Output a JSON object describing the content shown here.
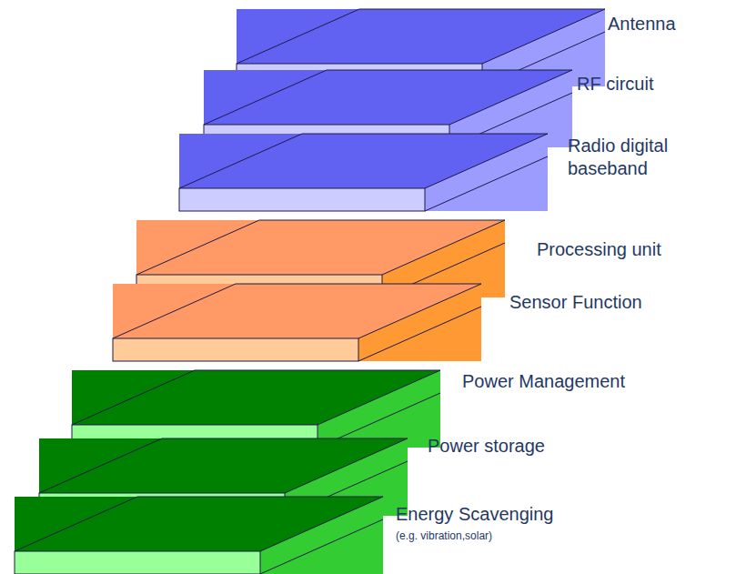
{
  "diagram": {
    "labels": [
      "Antenna",
      "RF circuit",
      "Radio digital baseband",
      "Processing unit",
      "Sensor Function",
      "Power Management",
      "Power storage",
      "Energy Scavenging",
      "(e.g. vibration,solar)"
    ]
  }
}
